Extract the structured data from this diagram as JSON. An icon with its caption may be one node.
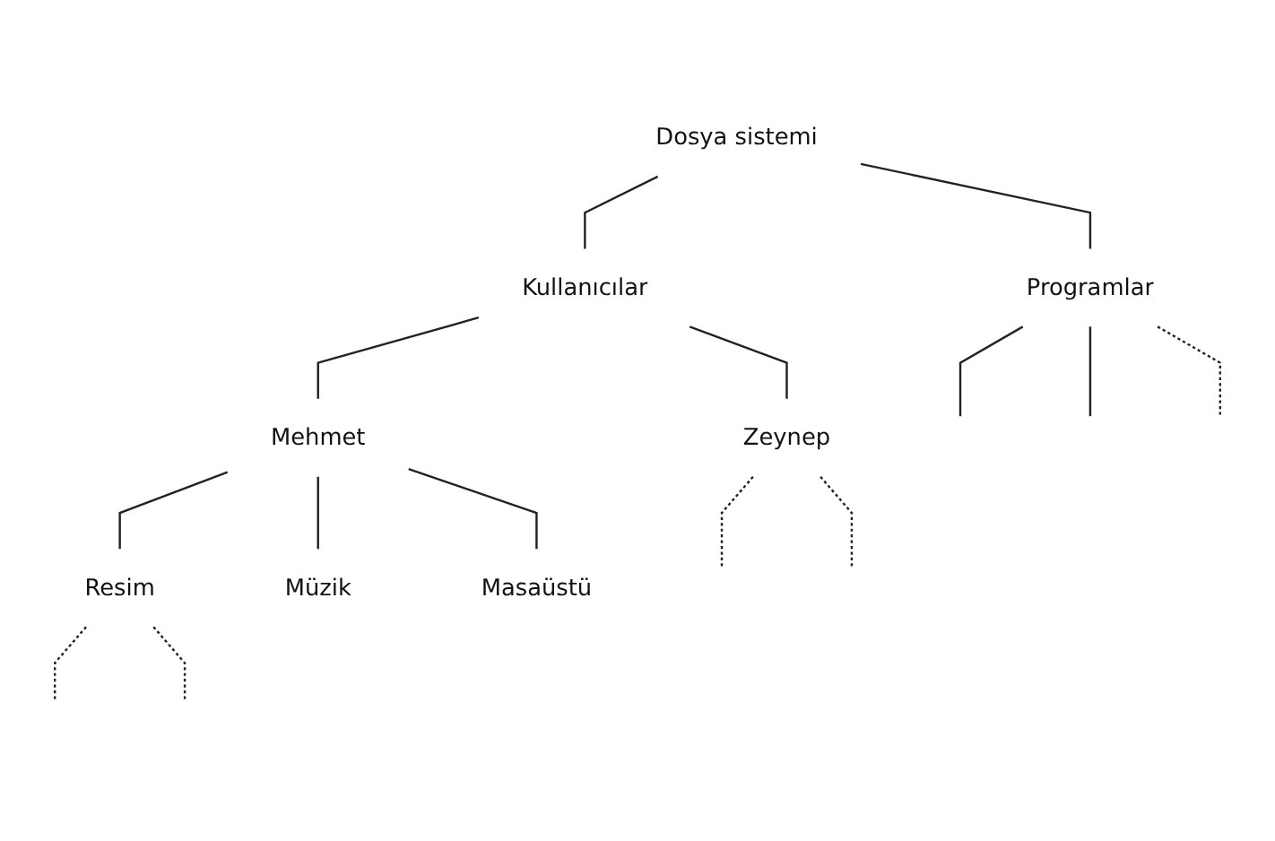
{
  "diagram": {
    "nodes": [
      {
        "text": [
          "Dosya sistemi"
        ]
      },
      {
        "text": [
          "Kullanıcılar"
        ]
      },
      {
        "text": [
          "Programlar"
        ]
      },
      {
        "text": [
          "Mehmet"
        ]
      },
      {
        "text": [
          "Zeynep"
        ]
      },
      {
        "text": [
          "Resim"
        ]
      },
      {
        "text": [
          "Müzik"
        ]
      },
      {
        "text": [
          "Masaüstü"
        ]
      }
    ],
    "edges": [
      {
        "from": 0,
        "to": 1,
        "arrow": "none"
      },
      {
        "from": 0,
        "to": 2,
        "arrow": "none"
      },
      {
        "from": 1,
        "to": 3,
        "arrow": "none"
      },
      {
        "from": 1,
        "to": 4,
        "arrow": "none"
      },
      {
        "from": 2,
        "to": null,
        "arrow": "none"
      },
      {
        "from": 2,
        "to": null,
        "arrow": "none"
      },
      {
        "from": 2,
        "to": null,
        "arrow": "none",
        "style": "dashed"
      },
      {
        "from": 3,
        "to": 5,
        "arrow": "none"
      },
      {
        "from": 3,
        "to": 6,
        "arrow": "none"
      },
      {
        "from": 3,
        "to": 7,
        "arrow": "none"
      },
      {
        "from": 4,
        "to": null,
        "arrow": "none",
        "style": "dashed"
      },
      {
        "from": 4,
        "to": null,
        "arrow": "none",
        "style": "dashed"
      },
      {
        "from": 5,
        "to": null,
        "arrow": "none",
        "style": "dashed"
      },
      {
        "from": 5,
        "to": null,
        "arrow": "none",
        "style": "dashed"
      }
    ]
  }
}
